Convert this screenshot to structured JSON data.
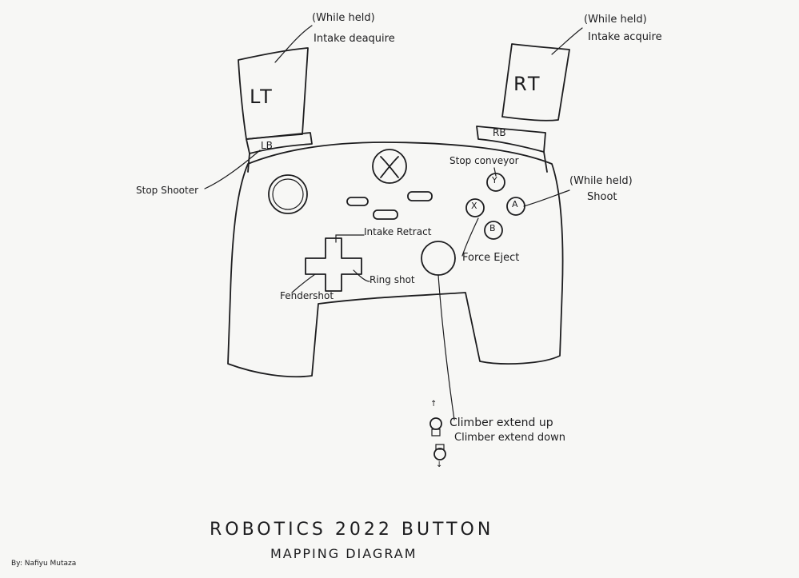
{
  "triggers": {
    "lt": {
      "label": "LT",
      "held": "(While held)",
      "action": "Intake deaquire"
    },
    "rt": {
      "label": "RT",
      "held": "(While held)",
      "action": "Intake acquire"
    }
  },
  "bumpers": {
    "lb": {
      "label": "LB",
      "action": "Stop Shooter"
    },
    "rb": {
      "label": "RB"
    }
  },
  "face_buttons": {
    "y": {
      "label": "Y",
      "action": "Stop conveyor"
    },
    "x": {
      "label": "X"
    },
    "a": {
      "label": "A",
      "held": "(While held)",
      "action": "Shoot"
    },
    "b": {
      "label": "B"
    },
    "force_eject": "Force Eject"
  },
  "dpad": {
    "up": "Intake Retract",
    "left": "Fendershot",
    "right": "Ring shot"
  },
  "right_stick": {
    "up_symbol": "↑",
    "down_symbol": "↓",
    "up": "Climber extend up",
    "down": "Climber extend down"
  },
  "title": {
    "line1": "ROBOTICS  2022  BUTTON",
    "line2": "MAPPING DIAGRAM"
  },
  "author": "By: Nafiyu Mutaza",
  "colors": {
    "ink": "#1d1d1f",
    "paper": "#f7f7f5"
  }
}
